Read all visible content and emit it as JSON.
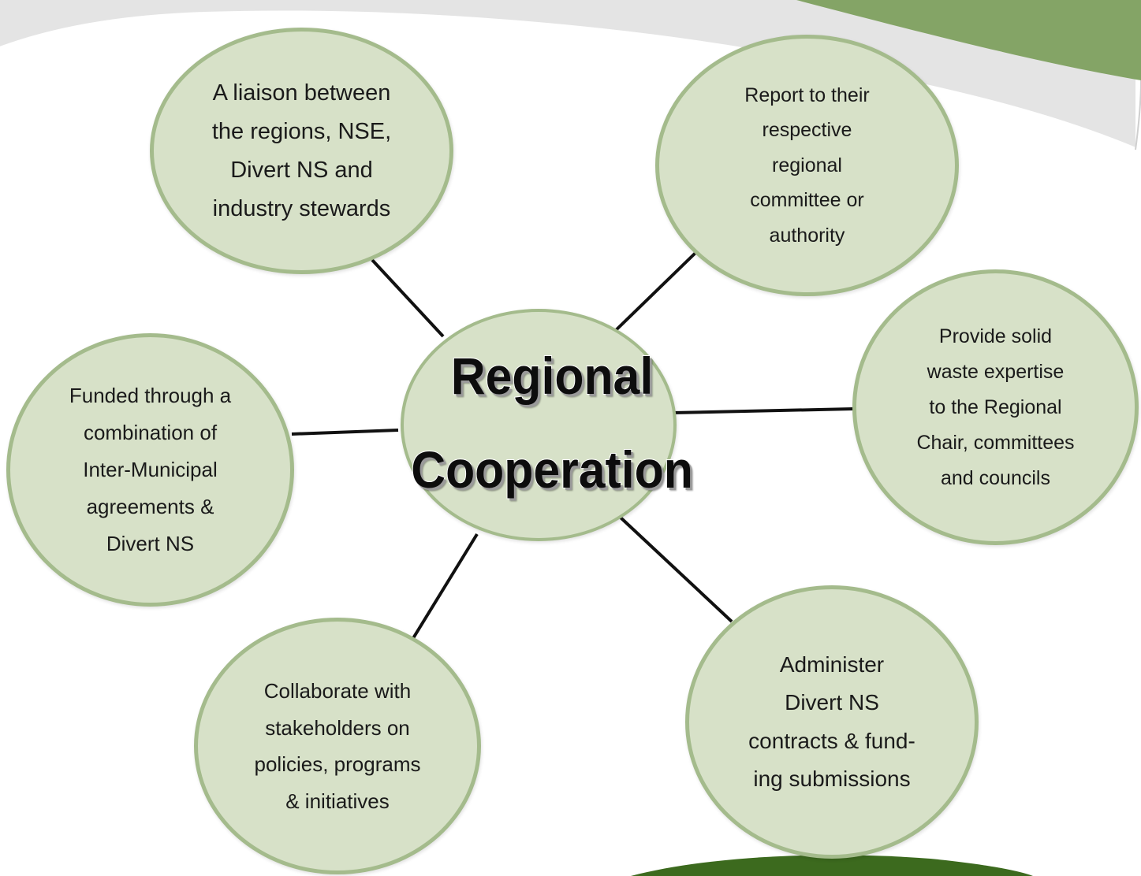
{
  "diagram": {
    "center": {
      "title": "Regional\nCooperation"
    },
    "nodes": [
      {
        "id": "node-tl",
        "text": "A liaison between\nthe regions, NSE,\nDivert NS and\nindustry stewards"
      },
      {
        "id": "node-tr",
        "text": "Report to their\nrespective\nregional\ncommittee or\nauthority"
      },
      {
        "id": "node-r",
        "text": "Provide solid\nwaste expertise\nto the   Regional\nChair, committees\nand councils"
      },
      {
        "id": "node-l",
        "text": "Funded through a\ncombination of\nInter-Municipal\nagreements &\nDivert NS"
      },
      {
        "id": "node-bl",
        "text": "Collaborate with\nstakeholders on\npolicies, programs\n& initiatives"
      },
      {
        "id": "node-br",
        "text": "Administer\nDivert NS\ncontracts & fund-\ning submissions"
      }
    ]
  },
  "colors": {
    "bubble_fill": "#d7e1c8",
    "bubble_border": "#a4bb8c",
    "connector": "#111111",
    "banner_green": "#84a466",
    "banner_gray": "#e4e4e4",
    "footer_green": "#3c6a1e"
  }
}
